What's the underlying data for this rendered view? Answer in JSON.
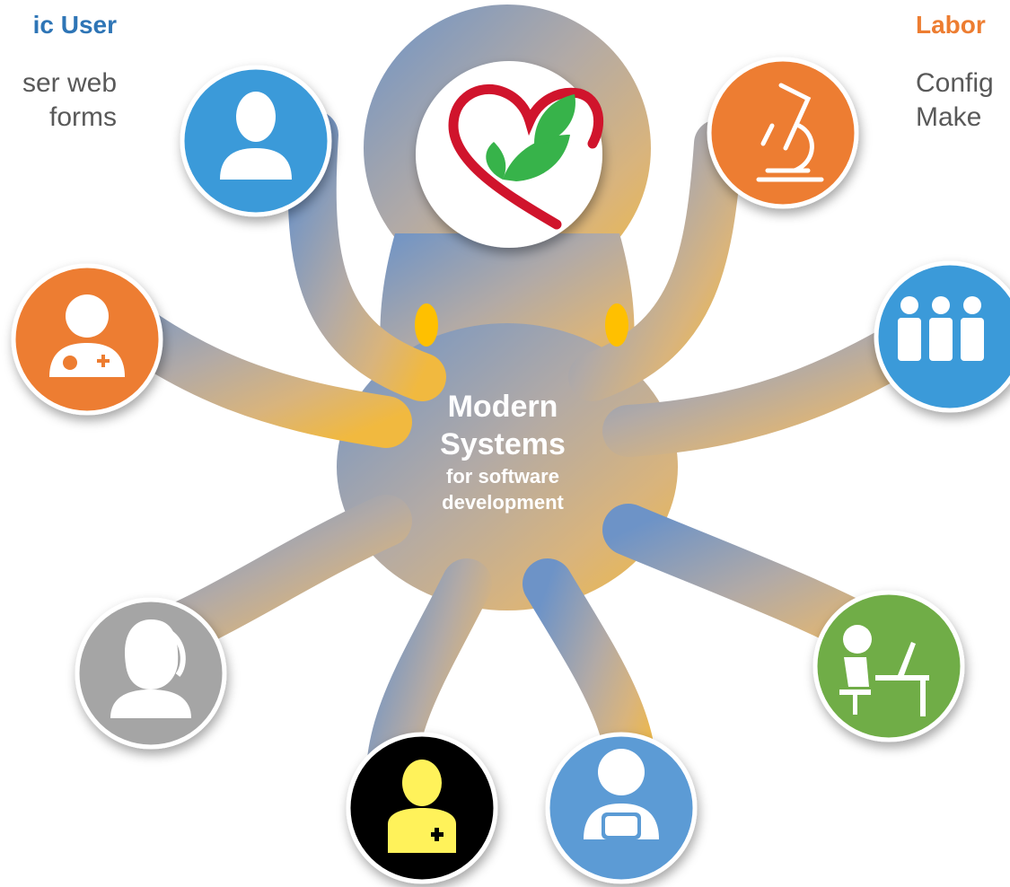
{
  "captions": {
    "left_title": "ic User",
    "left_line1": "ser web",
    "left_line2": "forms",
    "right_title": "Labor",
    "right_line1": "Config",
    "right_line2": "Make"
  },
  "center": {
    "line1": "Modern",
    "line2": "Systems",
    "line3": "for software",
    "line4": "development"
  },
  "colors": {
    "blue": "#3a9ad9",
    "orange": "#ed7d31",
    "gray": "#a5a5a5",
    "green": "#70ad47",
    "black": "#000000",
    "yellow_icon": "#fff25a",
    "steel_blue": "#5b9bd5",
    "eye": "#ffc000",
    "logo_red": "#d0142c",
    "logo_green": "#37b34a",
    "title_blue": "#2e75b6",
    "title_orange": "#ed7d31"
  },
  "nodes": [
    {
      "id": "user",
      "icon": "user-icon",
      "color": "#3a9ad9"
    },
    {
      "id": "doctor",
      "icon": "doctor-icon",
      "color": "#ed7d31"
    },
    {
      "id": "operator",
      "icon": "phone-operator-icon",
      "color": "#a5a5a5"
    },
    {
      "id": "nurse",
      "icon": "nurse-icon",
      "color": "#000000"
    },
    {
      "id": "case-worker",
      "icon": "briefcase-user-icon",
      "color": "#5b9bd5"
    },
    {
      "id": "desk-worker",
      "icon": "desk-worker-icon",
      "color": "#70ad47"
    },
    {
      "id": "team",
      "icon": "team-icon",
      "color": "#3a9ad9"
    },
    {
      "id": "laboratory",
      "icon": "microscope-icon",
      "color": "#ed7d31"
    }
  ],
  "logo": {
    "icon": "heart-leaf-logo"
  }
}
